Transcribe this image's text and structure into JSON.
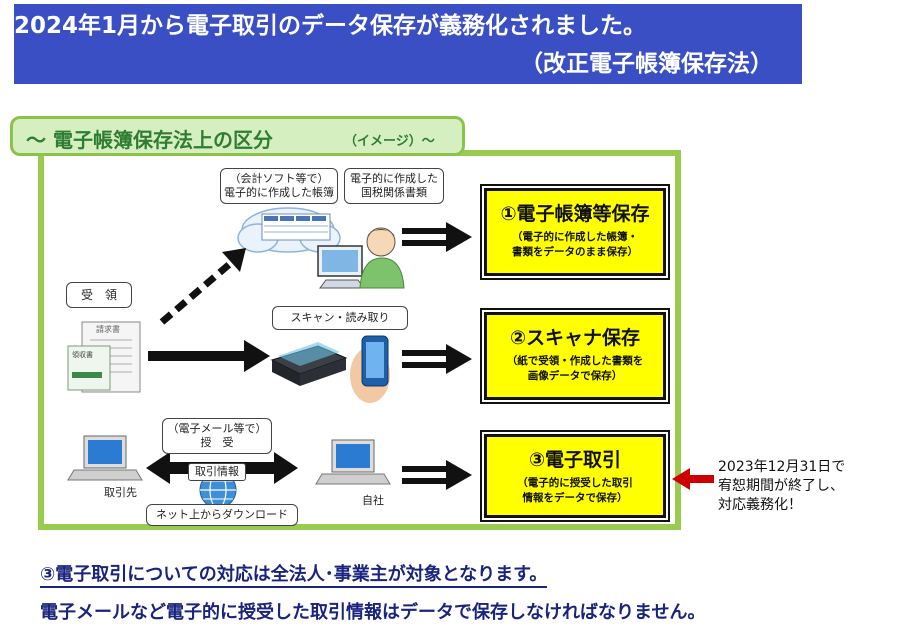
{
  "title": {
    "line1": "2024年1月から電子取引のデータ保存が義務化されました。",
    "line2": "（改正電子帳簿保存法）"
  },
  "section": {
    "label": "～  電子帳簿保存法上の区分",
    "sublabel": "（イメージ）～"
  },
  "labels": {
    "software_line1": "（会計ソフト等で）",
    "software_line2": "電子的に作成した帳簿",
    "tax_docs_line1": "電子的に作成した",
    "tax_docs_line2": "国税関係書類",
    "receive": "受　領",
    "scan": "スキャン・読み取り",
    "email_line1": "（電子メール等で）",
    "email_line2": "授　受",
    "trade_info": "取引情報",
    "download": "ネット上からダウンロード",
    "partner": "取引先",
    "own_company": "自社",
    "invoice_title": "請求書",
    "receipt_title": "領収書"
  },
  "categories": [
    {
      "title": "①電子帳簿等保存",
      "desc_line1": "（電子的に作成した帳簿・",
      "desc_line2": "書類をデータのまま保存）"
    },
    {
      "title": "②スキャナ保存",
      "desc_line1": "（紙で受領・作成した書類を",
      "desc_line2": "画像データで保存）"
    },
    {
      "title": "③電子取引",
      "desc_line1": "（電子的に授受した取引",
      "desc_line2": "情報をデータで保存）"
    }
  ],
  "side_note": {
    "line1": "2023年12月31日で",
    "line2": "宥恕期間が終了し、",
    "line3": "対応義務化！"
  },
  "footer": {
    "line1": "③電子取引についての対応は全法人･事業主が対象となります。",
    "line2": "電子メールなど電子的に授受した取引情報はデータで保存しなければなりません。"
  },
  "colors": {
    "banner": "#3a4fc4",
    "frame": "#99cc4e",
    "category_box": "#ffff00",
    "alert_arrow": "#cc0000",
    "footer_text": "#1a237e"
  }
}
